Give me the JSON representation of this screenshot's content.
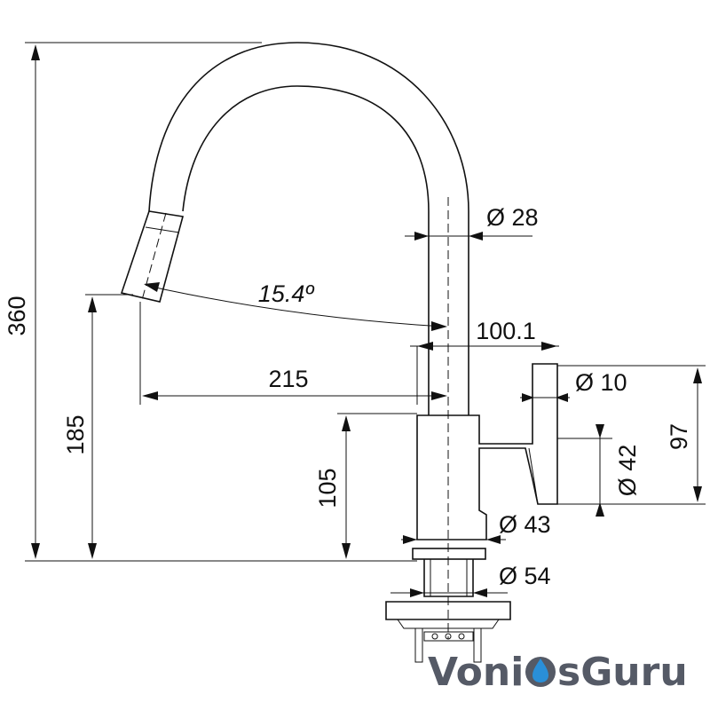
{
  "diagram": {
    "dimensions": {
      "total_height": "360",
      "spout_height": "185",
      "body_height": "105",
      "reach": "215",
      "angle": "15.4º",
      "spout_diameter": "Ø 28",
      "lever_offset": "100.1",
      "lever_diameter": "Ø 10",
      "lever_height": "97",
      "handle_diameter": "Ø 42",
      "base_diameter": "Ø 43",
      "mount_diameter": "Ø 54"
    },
    "watermark": {
      "part1": "Voni",
      "part2": "sGuru"
    },
    "colors": {
      "line": "#111111",
      "logo_text": "#555a66",
      "drop_blue": "#2a8fd8"
    }
  }
}
